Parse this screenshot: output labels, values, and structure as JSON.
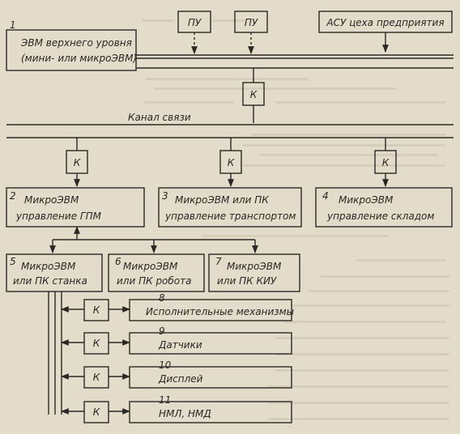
{
  "labels": {
    "b1": {
      "num": "1",
      "lines": [
        "ЭВМ верхнего уровня",
        "(мини- или микроЭВМ)"
      ]
    },
    "pu1": "ПУ",
    "pu2": "ПУ",
    "asu": "АСУ цеха предприятия",
    "k_top": "К",
    "channel": "Канал связи",
    "k2": "К",
    "k3": "К",
    "k4": "К",
    "b2": {
      "num": "2",
      "lines": [
        "МикроЭВМ",
        "управление ГПМ"
      ]
    },
    "b3": {
      "num": "3",
      "lines": [
        "МикроЭВМ или ПК",
        "управление транспортом"
      ]
    },
    "b4": {
      "num": "4",
      "lines": [
        "МикроЭВМ",
        "управление складом"
      ]
    },
    "b5": {
      "num": "5",
      "lines": [
        "МикроЭВМ",
        "или ПК станка"
      ]
    },
    "b6": {
      "num": "6",
      "lines": [
        "МикроЭВМ",
        "или ПК робота"
      ]
    },
    "b7": {
      "num": "7",
      "lines": [
        "МикроЭВМ",
        "или ПК КИУ"
      ]
    },
    "b8": {
      "num": "8",
      "text": "Исполнительные механизмы"
    },
    "b9": {
      "num": "9",
      "text": "Датчики"
    },
    "b10": {
      "num": "10",
      "text": "Дисплей"
    },
    "b11": {
      "num": "11",
      "text": "НМЛ, НМД"
    },
    "k8": "К",
    "k9": "К",
    "k10": "К",
    "k11": "К"
  }
}
